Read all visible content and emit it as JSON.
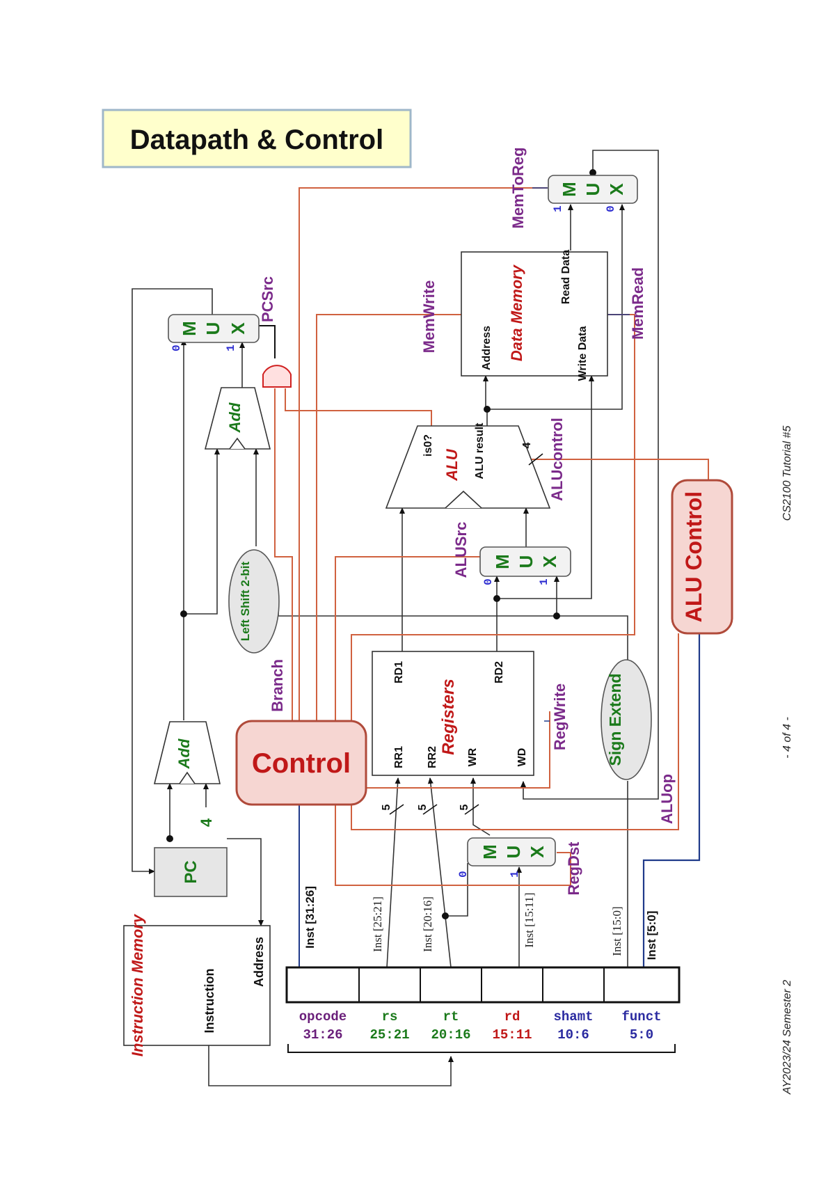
{
  "title": "Datapath & Control",
  "footer": {
    "left": "AY2023/24 Semester 2",
    "center": "- 4 of 4 -",
    "right": "CS2100 Tutorial #5"
  },
  "colors": {
    "signal": "#7b2a8a",
    "control_line": "#d0613f",
    "unit_fill": "#f6d6d2",
    "unit_stroke": "#b04a3a",
    "mux_text": "#1b7a1b",
    "title_bg": "#ffffcc",
    "aluop_line": "#1f3a8a"
  },
  "instruction_memory": {
    "title": "Instruction Memory",
    "instruction": "Instruction",
    "address": "Address"
  },
  "pc": "PC",
  "add_top": "Add",
  "add_branch": "Add",
  "const_four": "4",
  "left_shift": "Left Shift 2-bit",
  "pc_mux": {
    "m": "M",
    "u": "U",
    "x": "X",
    "in0": "0",
    "in1": "1"
  },
  "control": "Control",
  "registers": {
    "title": "Registers",
    "rr1": "RR1",
    "rr2": "RR2",
    "wr": "WR",
    "wd": "WD",
    "rd1": "RD1",
    "rd2": "RD2"
  },
  "sign_extend": "Sign Extend",
  "alusrc_mux": {
    "m": "M",
    "u": "U",
    "x": "X",
    "in0": "0",
    "in1": "1"
  },
  "alu": {
    "name": "ALU",
    "is0": "is0?",
    "result": "ALU result"
  },
  "alu_control": "ALU Control",
  "data_memory": {
    "title": "Data Memory",
    "address": "Address",
    "write_data": "Write Data",
    "read_data": "Read Data"
  },
  "wb_mux": {
    "m": "M",
    "u": "U",
    "x": "X",
    "in0": "0",
    "in1": "1"
  },
  "regdst_mux": {
    "m": "M",
    "u": "U",
    "x": "X",
    "in0": "0",
    "in1": "1"
  },
  "signals": {
    "pcsrc": "PCSrc",
    "branch": "Branch",
    "memwrite": "MemWrite",
    "memtoreg": "MemToReg",
    "memread": "MemRead",
    "alusrc": "ALUSrc",
    "alucontrol": "ALUcontrol",
    "regwrite": "RegWrite",
    "regdst": "RegDst",
    "aluop": "ALUop"
  },
  "bus_widths": {
    "w5a": "5",
    "w5b": "5",
    "w5c": "5",
    "w4": "4"
  },
  "inst_labels": {
    "i31_26": "Inst [31:26]",
    "i25_21": "Inst [25:21]",
    "i20_16": "Inst [20:16]",
    "i15_11": "Inst [15:11]",
    "i15_0": "Inst [15:0]",
    "i5_0": "Inst [5:0]"
  },
  "fields": [
    {
      "name": "opcode",
      "bits": "31:26",
      "color": "#6a1f7a"
    },
    {
      "name": "rs",
      "bits": "25:21",
      "color": "#1b7a1b"
    },
    {
      "name": "rt",
      "bits": "20:16",
      "color": "#1b7a1b"
    },
    {
      "name": "rd",
      "bits": "15:11",
      "color": "#c01818"
    },
    {
      "name": "shamt",
      "bits": "10:6",
      "color": "#2a2aa0"
    },
    {
      "name": "funct",
      "bits": "5:0",
      "color": "#2a2aa0"
    }
  ]
}
